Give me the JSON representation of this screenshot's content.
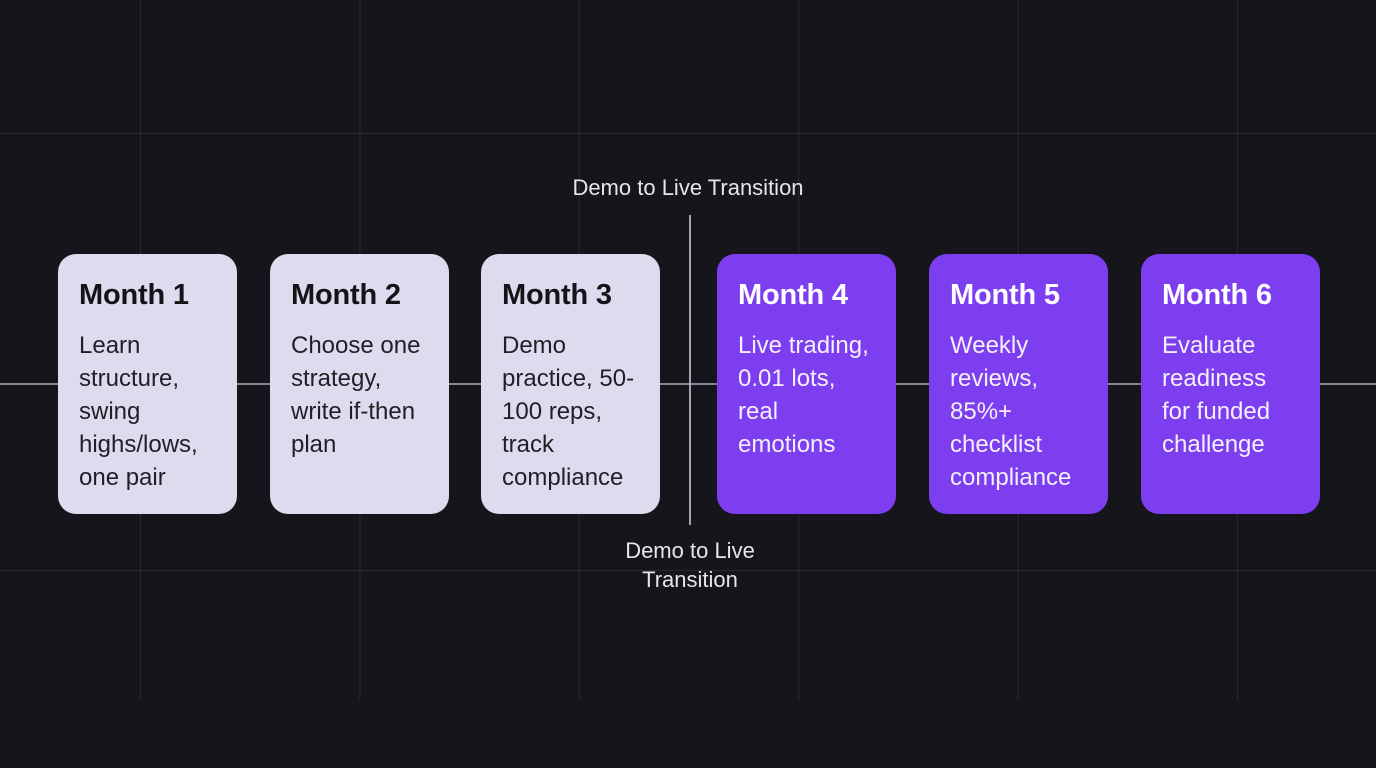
{
  "divider": {
    "label_top": "Demo to Live Transition",
    "label_bottom": "Demo to Live Transition"
  },
  "timeline": {
    "months": [
      {
        "label": "Month 1",
        "description": "Learn structure, swing highs/lows, one pair",
        "phase": "demo"
      },
      {
        "label": "Month 2",
        "description": "Choose one strategy, write if-then plan",
        "phase": "demo"
      },
      {
        "label": "Month 3",
        "description": "Demo practice, 50-100 reps, track compliance",
        "phase": "demo"
      },
      {
        "label": "Month 4",
        "description": "Live trading, 0.01 lots, real emotions",
        "phase": "live"
      },
      {
        "label": "Month 5",
        "description": "Weekly reviews, 85%+ checklist compliance",
        "phase": "live"
      },
      {
        "label": "Month 6",
        "description": "Evaluate readiness for funded challenge",
        "phase": "live"
      }
    ]
  },
  "colors": {
    "background": "#15151b",
    "grid_line": "#2a2a33",
    "demo_card_background": "#e0daee",
    "live_card_background": "#7d3ef0",
    "demo_card_text": "#141318",
    "live_card_text": "#fefdff",
    "divider_line": "#b0b0be",
    "timeline_line": "#a5a5b3",
    "label_text": "#e7e4ee"
  }
}
